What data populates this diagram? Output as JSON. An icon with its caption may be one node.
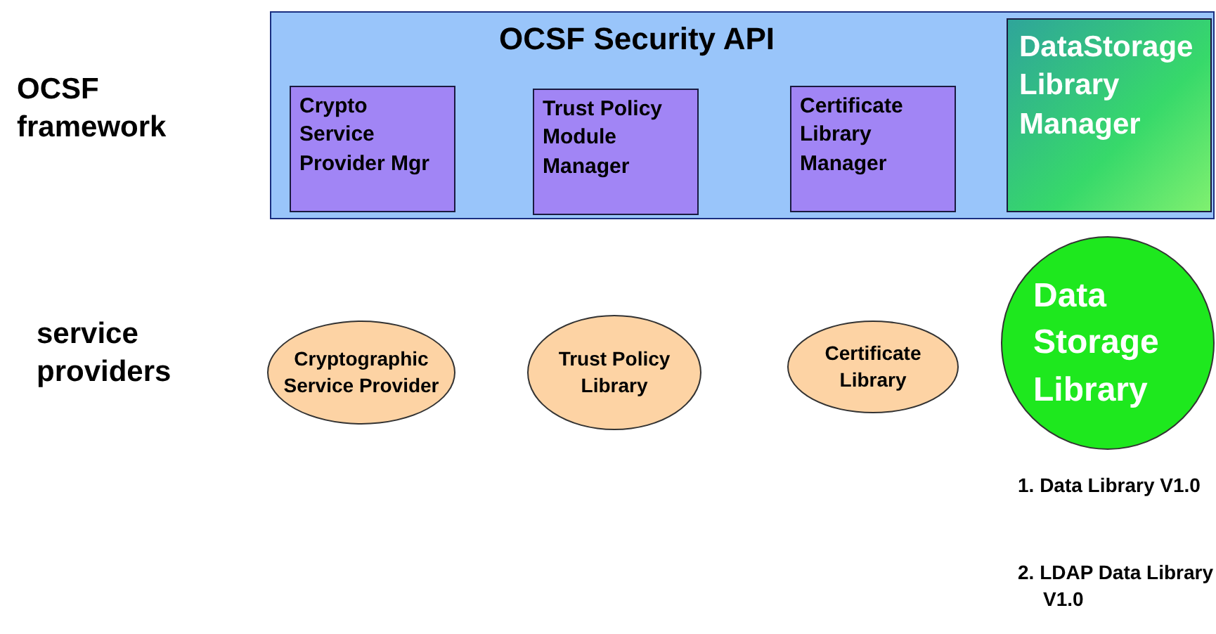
{
  "diagram": {
    "nodes": [
      {
        "text": [
          "OCSF Security API"
        ]
      },
      {
        "text": [
          "Crypto Service Provider Mgr"
        ],
        "in": 0
      },
      {
        "text": [
          "Trust Policy Module Manager"
        ],
        "in": 0
      },
      {
        "text": [
          "Certificate Library Manager"
        ],
        "in": 0
      },
      {
        "text": [
          "DataStorage Library Manager"
        ],
        "in": 0
      },
      {
        "text": [
          "Cryptographic Service Provider"
        ]
      },
      {
        "text": [
          "Trust Policy Library"
        ]
      },
      {
        "text": [
          "Certificate Library"
        ]
      },
      {
        "text": [
          "Data Storage Library"
        ]
      }
    ],
    "labels": [
      "OCSF framework",
      "service providers",
      "1. Data Library V1.0",
      "2. LDAP Data Library V1.0"
    ]
  }
}
